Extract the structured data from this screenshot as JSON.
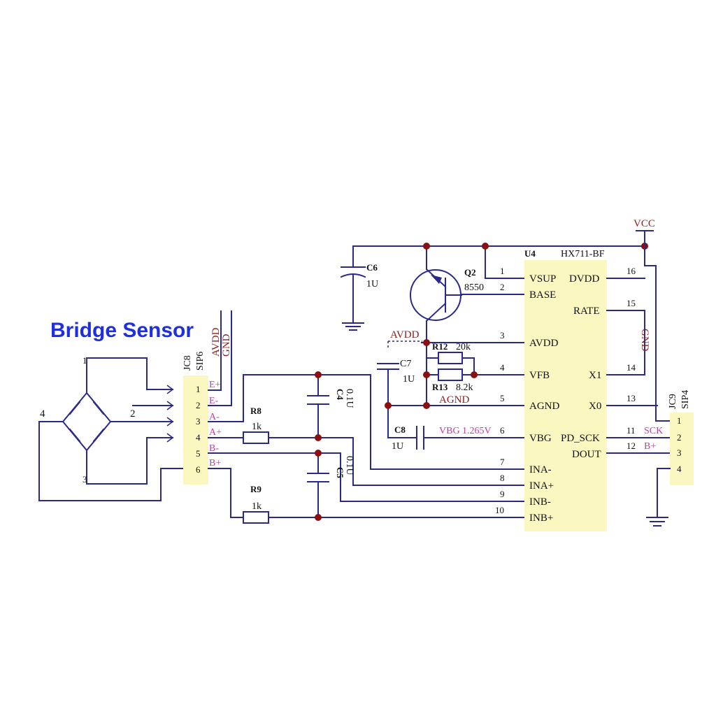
{
  "title": "Bridge Sensor",
  "colors": {
    "wire": "#2a2a8a",
    "title": "#1f2fe0",
    "ic_fill": "#fbf7c0",
    "net_label": "#8a1e1e",
    "pin_label": "#c040a0",
    "junction": "#8a1010"
  },
  "bridge": {
    "left_node": "4",
    "right_node": "2"
  },
  "jc8": {
    "ref": "JC8",
    "type": "SIP6",
    "net_avdd": "AVDD",
    "net_gnd": "GND",
    "pins": [
      "1",
      "2",
      "3",
      "4",
      "5",
      "6"
    ],
    "pin_labels": [
      "E+",
      "E-",
      "A-",
      "A+",
      "B-",
      "B+"
    ]
  },
  "r8": {
    "ref": "R8",
    "value": "1k"
  },
  "r9": {
    "ref": "R9",
    "value": "1k"
  },
  "c4": {
    "ref": "C4",
    "value": "0.1U"
  },
  "c5": {
    "ref": "C5",
    "value": "0.1U"
  },
  "c6": {
    "ref": "C6",
    "value": "1U"
  },
  "c7": {
    "ref": "C7",
    "value": "1U"
  },
  "c8": {
    "ref": "C8",
    "value": "1U"
  },
  "q2": {
    "ref": "Q2",
    "value": "8550"
  },
  "r12": {
    "ref": "R12",
    "value": "20k"
  },
  "r13": {
    "ref": "R13",
    "value": "8.2k"
  },
  "nets": {
    "vcc": "VCC",
    "avdd": "AVDD",
    "agnd": "AGND",
    "gnd": "GND",
    "vbg": "VBG 1.265V"
  },
  "u4": {
    "ref": "U4",
    "part": "HX711-BF",
    "left_pins": [
      {
        "num": "1",
        "name": "VSUP"
      },
      {
        "num": "2",
        "name": "BASE"
      },
      {
        "num": "3",
        "name": "AVDD"
      },
      {
        "num": "4",
        "name": "VFB"
      },
      {
        "num": "5",
        "name": "AGND"
      },
      {
        "num": "6",
        "name": "VBG"
      },
      {
        "num": "7",
        "name": "INA-"
      },
      {
        "num": "8",
        "name": "INA+"
      },
      {
        "num": "9",
        "name": "INB-"
      },
      {
        "num": "10",
        "name": "INB+"
      }
    ],
    "right_pins": [
      {
        "num": "16",
        "name": "DVDD"
      },
      {
        "num": "15",
        "name": "RATE"
      },
      {
        "num": "14",
        "name": "X1"
      },
      {
        "num": "13",
        "name": "X0"
      },
      {
        "num": "11",
        "name": "PD_SCK",
        "net": "SCK"
      },
      {
        "num": "12",
        "name": "DOUT",
        "net": "B+"
      }
    ]
  },
  "jc9": {
    "ref": "JC9",
    "type": "SIP4",
    "pins": [
      "1",
      "2",
      "3",
      "4"
    ]
  }
}
